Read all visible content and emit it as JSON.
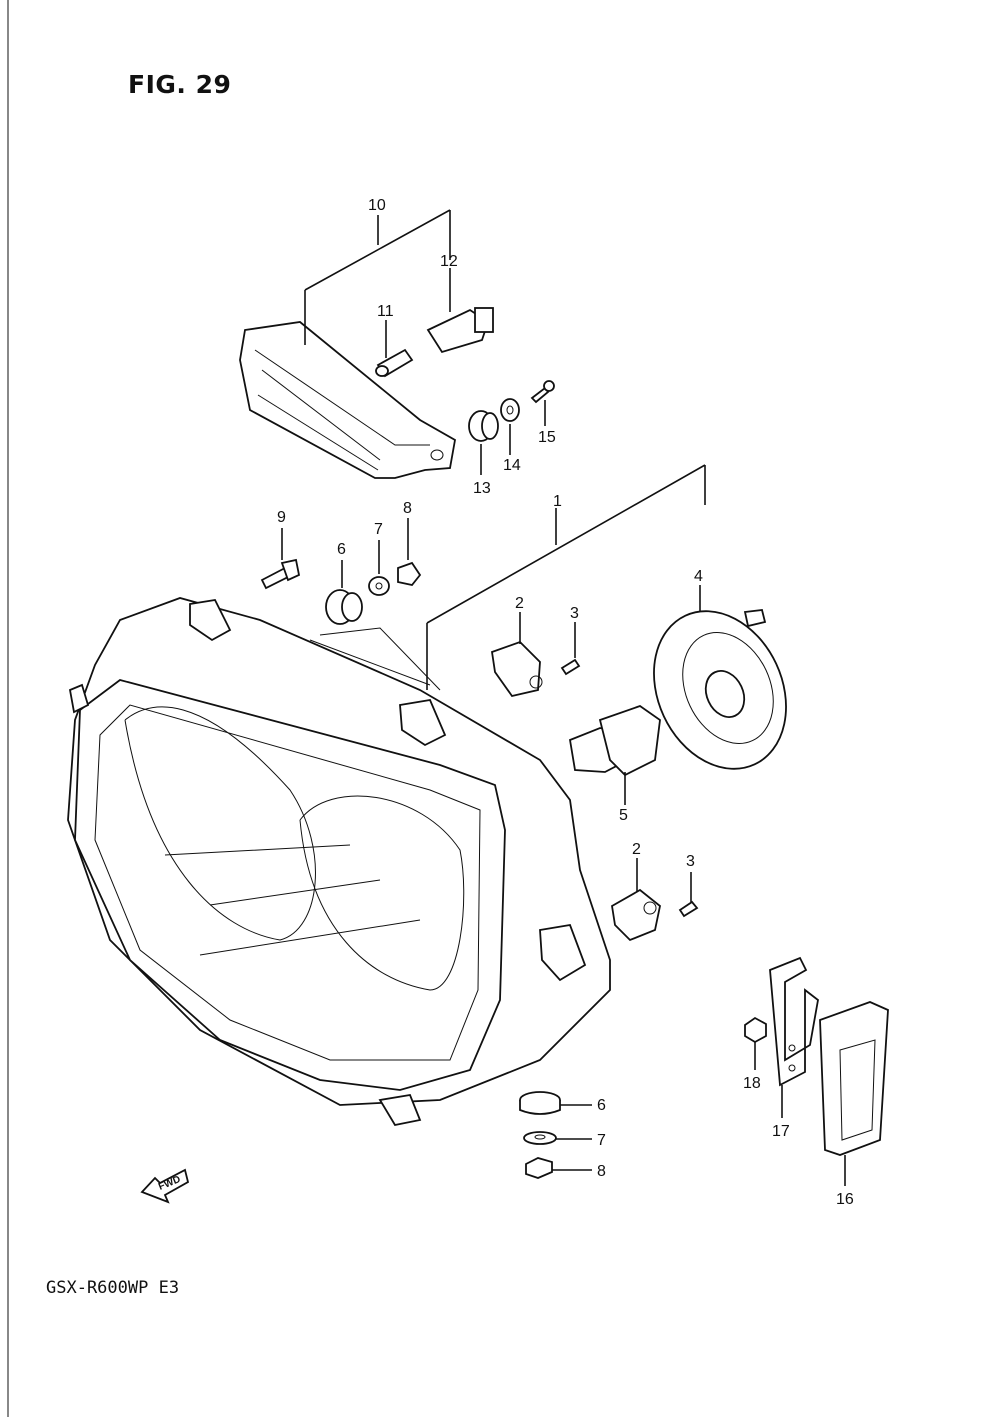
{
  "figure": {
    "title": "FIG. 29",
    "model_code": "GSX-R600WP E3"
  },
  "fwd_arrow": {
    "label": "FWD",
    "icon": "fwd-arrow-icon"
  },
  "callouts": [
    "1",
    "2",
    "3",
    "4",
    "5",
    "2",
    "3",
    "6",
    "7",
    "8",
    "9",
    "6",
    "7",
    "8",
    "10",
    "11",
    "12",
    "13",
    "14",
    "15",
    "16",
    "17",
    "18"
  ]
}
